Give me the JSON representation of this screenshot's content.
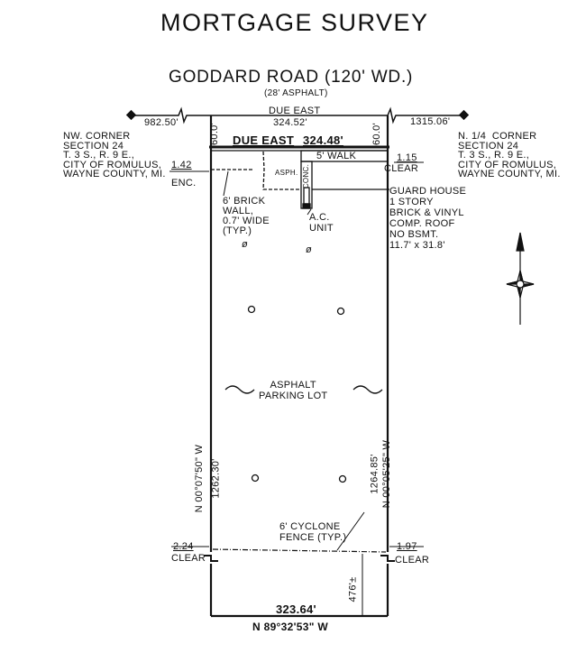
{
  "title": "MORTGAGE SURVEY",
  "road": {
    "name": "GODDARD ROAD (120' WD.)",
    "surface": "(28' ASPHALT)"
  },
  "top_line": {
    "bearing": "DUE EAST",
    "distance": "324.52'",
    "west_tie": "982.50'",
    "east_tie": "1315.06'"
  },
  "row_widths": {
    "west": "60.0'",
    "east": "60.0'"
  },
  "north_line": {
    "bearing": "DUE EAST",
    "distance": "324.48'"
  },
  "nw_corner": "NW. CORNER\nSECTION 24\nT. 3 S., R. 9 E.,\nCITY OF ROMULUS,\nWAYNE COUNTY, MI.",
  "nw_enc": {
    "value": "1.42",
    "label": "ENC."
  },
  "ne_corner": "N. 1/4  CORNER\nSECTION 24\nT. 3 S., R. 9 E.,\nCITY OF ROMULUS,\nWAYNE COUNTY, MI.",
  "ne_clear": {
    "value": "1.15",
    "label": "CLEAR"
  },
  "walk": "5' WALK",
  "asph": "ASPH.",
  "conc": "CONC.",
  "brick_wall": "6' BRICK\nWALL,\n0.7' WIDE\n(TYP.)",
  "ac_unit": "A.C.\nUNIT",
  "guard_house": "GUARD HOUSE\n1 STORY\nBRICK & VINYL\nCOMP. ROOF\nNO BSMT.\n11.7' x 31.8'",
  "parking": "ASPHALT\nPARKING LOT",
  "west_line": {
    "bearing": "N 00°07'50\" W",
    "distance": "1262.30'"
  },
  "east_line": {
    "bearing": "N 00°05'25\" W",
    "distance": "1264.85'"
  },
  "fence": "6' CYCLONE\nFENCE (TYP.)",
  "sw_clear": {
    "value": "2.24",
    "label": "CLEAR"
  },
  "se_clear": {
    "value": "1.97",
    "label": "CLEAR"
  },
  "offset": "476'±",
  "south_line": {
    "distance": "323.64'",
    "bearing": "N 89°32'53\" W"
  },
  "utility_symbol": "ø",
  "icons": [
    "north-arrow-icon",
    "tree-icon",
    "utility-pole-icon",
    "section-corner-icon"
  ]
}
